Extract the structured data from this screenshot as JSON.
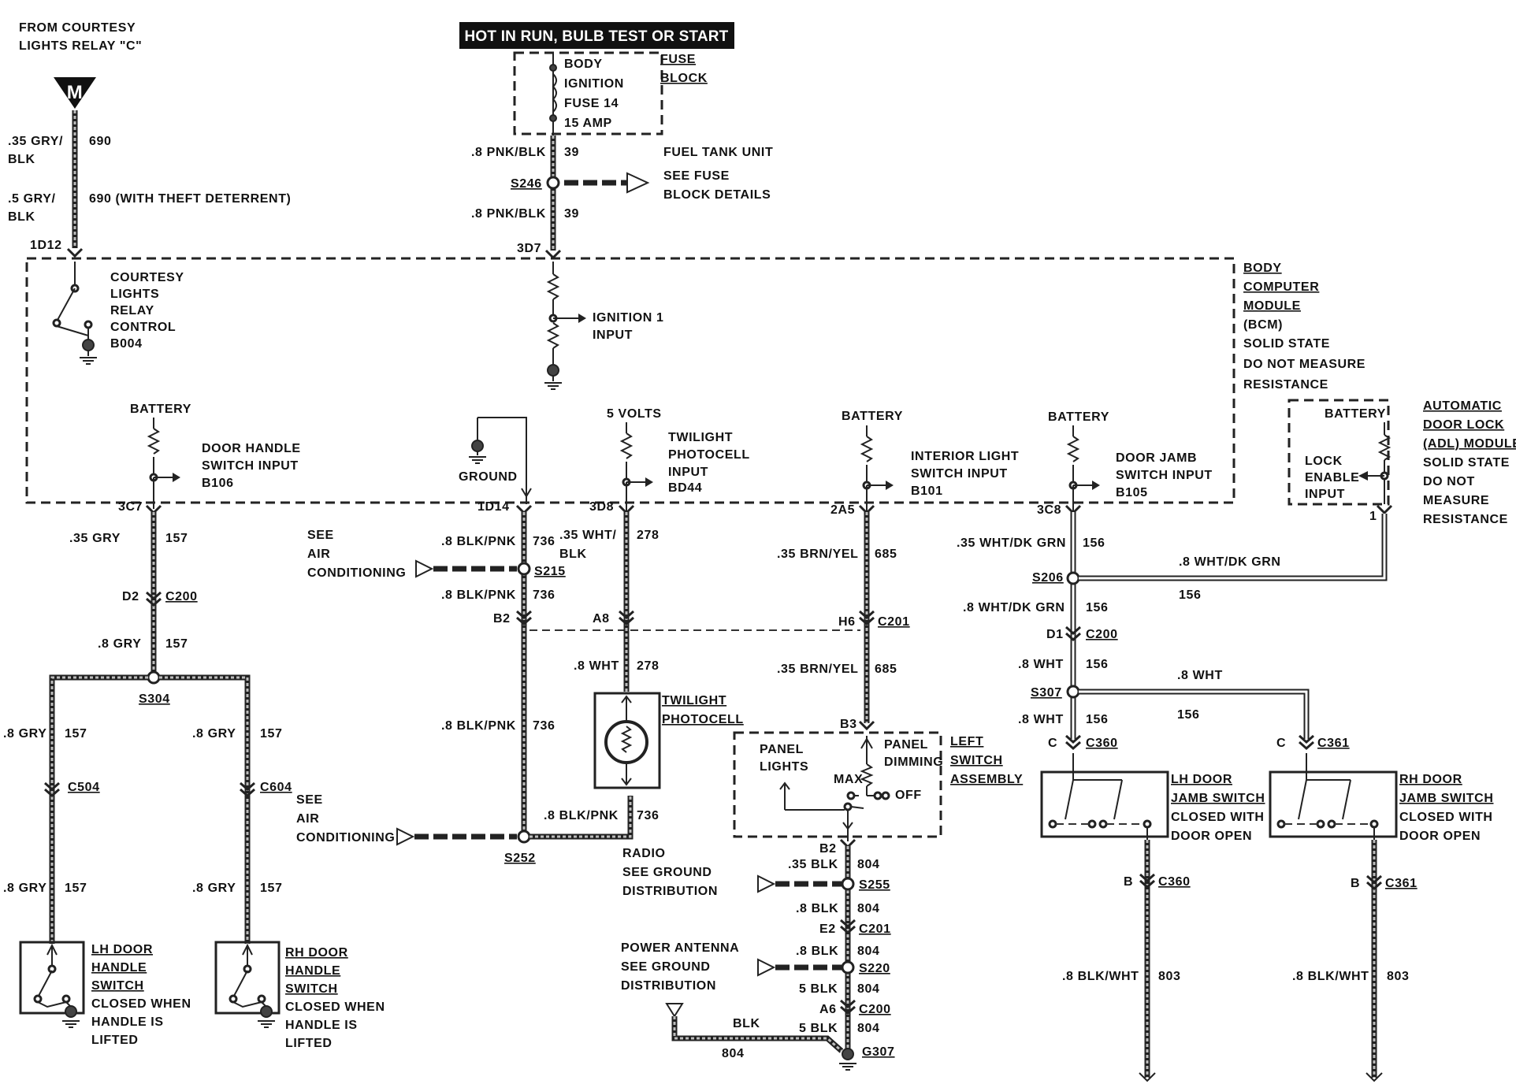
{
  "banner": "HOT IN RUN, BULB TEST OR START",
  "source": {
    "line1": "FROM COURTESY",
    "line2": "LIGHTS RELAY \"C\"",
    "tag": "M"
  },
  "fuse": {
    "name": [
      "BODY",
      "IGNITION",
      "FUSE 14",
      "15 AMP"
    ],
    "block": [
      "FUSE",
      "BLOCK"
    ]
  },
  "fuse_wires": {
    "w1_gauge": ".8 PNK/BLK",
    "w1_circuit": "39",
    "fuel": "FUEL TANK UNIT",
    "splice": "S246",
    "see": [
      "SEE FUSE",
      "BLOCK DETAILS"
    ],
    "w2_gauge": ".8 PNK/BLK",
    "w2_circuit": "39",
    "conn": "3D7"
  },
  "left_wire": {
    "g1": ".35 GRY/",
    "g1b": "BLK",
    "c1": "690",
    "g2": ".5 GRY/",
    "g2b": "BLK",
    "c2": "690 (WITH THEFT DETERRENT)",
    "conn": "1D12"
  },
  "bcm": {
    "label": [
      "BODY",
      "COMPUTER",
      "MODULE",
      "(BCM)",
      "SOLID STATE",
      "DO NOT MEASURE",
      "RESISTANCE"
    ],
    "courtesy": [
      "COURTESY",
      "LIGHTS",
      "RELAY",
      "CONTROL",
      "B004"
    ],
    "ignition": [
      "IGNITION 1",
      "INPUT"
    ],
    "door_handle": [
      "DOOR HANDLE",
      "SWITCH INPUT",
      "B106"
    ],
    "ground": "GROUND",
    "volts": "5 VOLTS",
    "twilight": [
      "TWILIGHT",
      "PHOTOCELL",
      "INPUT",
      "BD44"
    ],
    "interior": [
      "INTERIOR LIGHT",
      "SWITCH INPUT",
      "B101"
    ],
    "jamb": [
      "DOOR JAMB",
      "SWITCH INPUT",
      "B105"
    ],
    "battery": "BATTERY"
  },
  "aol": {
    "label": [
      "AUTOMATIC",
      "DOOR LOCK",
      "(ADL) MODULE",
      "SOLID STATE",
      "DO NOT",
      "MEASURE",
      "RESISTANCE"
    ],
    "lock": [
      "LOCK",
      "ENABLE",
      "INPUT"
    ],
    "battery": "BATTERY",
    "pin": "1"
  },
  "col1": {
    "conn": "3C7",
    "g1": ".35 GRY",
    "c1": "157",
    "d2": "D2",
    "c200": "C200",
    "g2": ".8 GRY",
    "c2": "157",
    "splice": "S304",
    "lg": ".8 GRY",
    "lc": "157",
    "c504": "C504",
    "lg2": ".8 GRY",
    "lc2": "157",
    "rg": ".8 GRY",
    "rc": "157",
    "c604": "C604",
    "rg2": ".8 GRY",
    "rc2": "157",
    "see": [
      "SEE",
      "AIR",
      "CONDITIONING"
    ],
    "lh": [
      "LH DOOR",
      "HANDLE",
      "SWITCH",
      "CLOSED WHEN",
      "HANDLE IS",
      "LIFTED"
    ],
    "rh": [
      "RH DOOR",
      "HANDLE",
      "SWITCH",
      "CLOSED WHEN",
      "HANDLE IS",
      "LIFTED"
    ]
  },
  "col2": {
    "conn": "1D14",
    "see": [
      "SEE",
      "AIR",
      "CONDITIONING"
    ],
    "g1": ".8 BLK/PNK",
    "c1": "736",
    "splice": "S215",
    "g2": ".8 BLK/PNK",
    "c2": "736",
    "b2": "B2",
    "g3": ".8 BLK/PNK",
    "c3": "736",
    "g4": ".8 BLK/PNK",
    "c4": "736",
    "s252": "S252"
  },
  "col3": {
    "conn": "3D8",
    "g1": ".35 WHT/",
    "g1b": "BLK",
    "c1": "278",
    "a8": "A8",
    "g2": ".8 WHT",
    "c2": "278",
    "photo": [
      "TWILIGHT",
      "PHOTOCELL"
    ],
    "radio": [
      "RADIO",
      "SEE GROUND",
      "DISTRIBUTION"
    ]
  },
  "col4": {
    "conn": "2A5",
    "g1": ".35 BRN/YEL",
    "c1": "685",
    "h6": "H6",
    "c201": "C201",
    "g2": ".35 BRN/YEL",
    "c2": "685",
    "b3": "B3",
    "switch": [
      "LEFT",
      "SWITCH",
      "ASSEMBLY"
    ],
    "panel": [
      "PANEL",
      "LIGHTS"
    ],
    "dimming": [
      "PANEL",
      "DIMMING"
    ],
    "max": "MAX",
    "off": "OFF",
    "b2": "B2",
    "g3": ".35 BLK",
    "c3": "804",
    "s255": "S255",
    "g4": ".8 BLK",
    "c4": "804",
    "e2": "E2",
    "c201b": "C201",
    "g5": ".8 BLK",
    "c5": "804",
    "s220": "S220",
    "g6": "5 BLK",
    "c6": "804",
    "a6": "A6",
    "c200": "C200",
    "g7": "5 BLK",
    "c7": "804",
    "g307": "G307",
    "antenna": [
      "POWER ANTENNA",
      "SEE GROUND",
      "DISTRIBUTION"
    ],
    "blk": "BLK",
    "blk_c": "804"
  },
  "col5": {
    "conn": "3C8",
    "g1": ".35 WHT/DK GRN",
    "c1": "156",
    "s206": "S206",
    "g2": ".8 WHT/DK GRN",
    "c2": "156",
    "aol_g": ".8 WHT/DK GRN",
    "aol_c": "156",
    "d1": "D1",
    "c200": "C200",
    "g3": ".8 WHT",
    "c3": "156",
    "s307": "S307",
    "g4": ".8 WHT",
    "c4": "156",
    "rg": ".8 WHT",
    "rc": "156",
    "cl": "C",
    "c360": "C360",
    "cr": "C",
    "c361": "C361",
    "lh": [
      "LH DOOR",
      "JAMB SWITCH",
      "CLOSED WITH",
      "DOOR OPEN"
    ],
    "rh": [
      "RH DOOR",
      "JAMB SWITCH",
      "CLOSED WITH",
      "DOOR OPEN"
    ],
    "bl": "B",
    "c360b": "C360",
    "br": "B",
    "c361b": "C361",
    "lg": ".8 BLK/WHT",
    "lc": "803",
    "rg2": ".8 BLK/WHT",
    "rc2": "803"
  }
}
